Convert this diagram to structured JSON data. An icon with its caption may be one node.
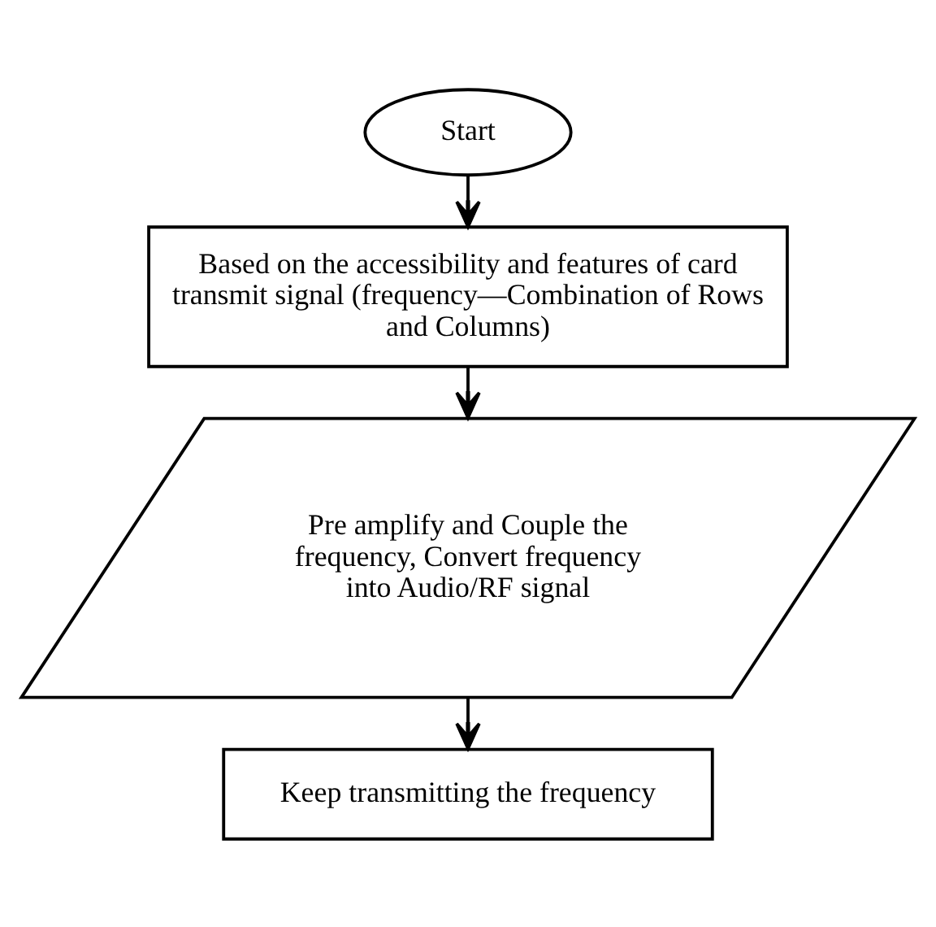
{
  "diagram": {
    "nodes": [
      {
        "text": [
          "Start"
        ]
      },
      {
        "text": [
          "Based on the accessibility and features of card transmit signal (frequency—Combination of Rows and Columns)"
        ]
      },
      {
        "text": [
          "Pre amplify and Couple the frequency, Convert frequency into Audio/RF signal"
        ]
      },
      {
        "text": [
          "Keep transmitting the frequency"
        ]
      }
    ],
    "edges": [
      {
        "from": 0,
        "to": 1,
        "arrow": "to"
      },
      {
        "from": 1,
        "to": 2,
        "arrow": "to"
      },
      {
        "from": 2,
        "to": 3,
        "arrow": "to"
      }
    ]
  }
}
